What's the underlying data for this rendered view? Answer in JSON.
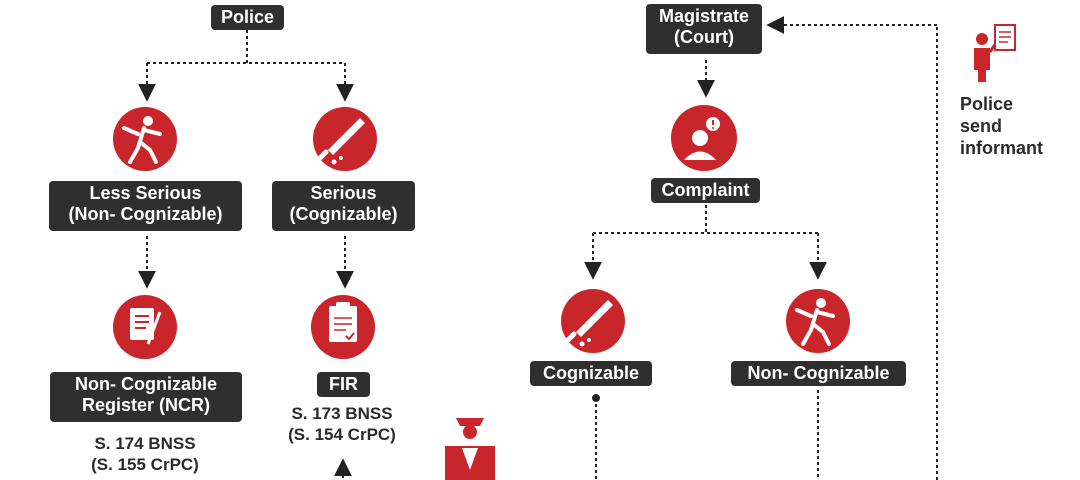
{
  "nodes": {
    "police": "Police",
    "less_serious": [
      "Less Serious",
      "(Non- Cognizable)"
    ],
    "serious": [
      "Serious",
      "(Cognizable)"
    ],
    "ncr": [
      "Non- Cognizable",
      "Register (NCR)"
    ],
    "fir": "FIR",
    "magistrate": [
      "Magistrate",
      "(Court)"
    ],
    "complaint": "Complaint",
    "cognizable": "Cognizable",
    "non_cognizable": "Non- Cognizable"
  },
  "sections": {
    "ncr": [
      "S. 174 BNSS",
      "(S. 155 CrPC)"
    ],
    "fir": [
      "S. 173 BNSS",
      "(S. 154 CrPC)"
    ]
  },
  "side_note": [
    "Police",
    "send",
    "informant"
  ],
  "colors": {
    "accent": "#c9262c",
    "label_bg": "#2f2f2f",
    "line": "#222222"
  },
  "icons": [
    "thief-icon",
    "knife-icon",
    "register-icon",
    "fir-report-icon",
    "complaint-person-icon",
    "informant-icon",
    "police-officer-icon"
  ]
}
